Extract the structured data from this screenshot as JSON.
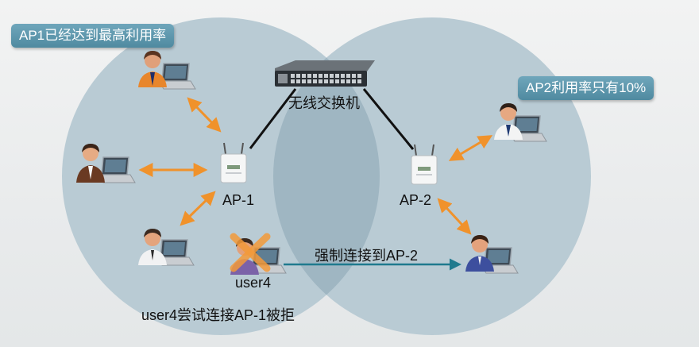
{
  "colors": {
    "circle_fill": "#b9cbd4",
    "overlap_fill": "#9fb6c2",
    "badge_fill": "#5b95ab",
    "arrow_orange": "#f0922b",
    "arrow_teal": "#1f7a8e",
    "reject_cross": "#f39a3a"
  },
  "labels": {
    "ap1_status": "AP1已经达到最高利用率",
    "ap2_status": "AP2利用率只有10%",
    "switch": "无线交换机",
    "ap1": "AP-1",
    "ap2": "AP-2",
    "user4": "user4",
    "force_connect": "强制连接到AP-2",
    "user4_rejected": "user4尝试连接AP-1被拒"
  },
  "icons": {
    "user": "user-with-laptop-icon",
    "access_point": "wireless-access-point-icon",
    "switch": "network-switch-icon",
    "reject": "x-cross-icon"
  }
}
